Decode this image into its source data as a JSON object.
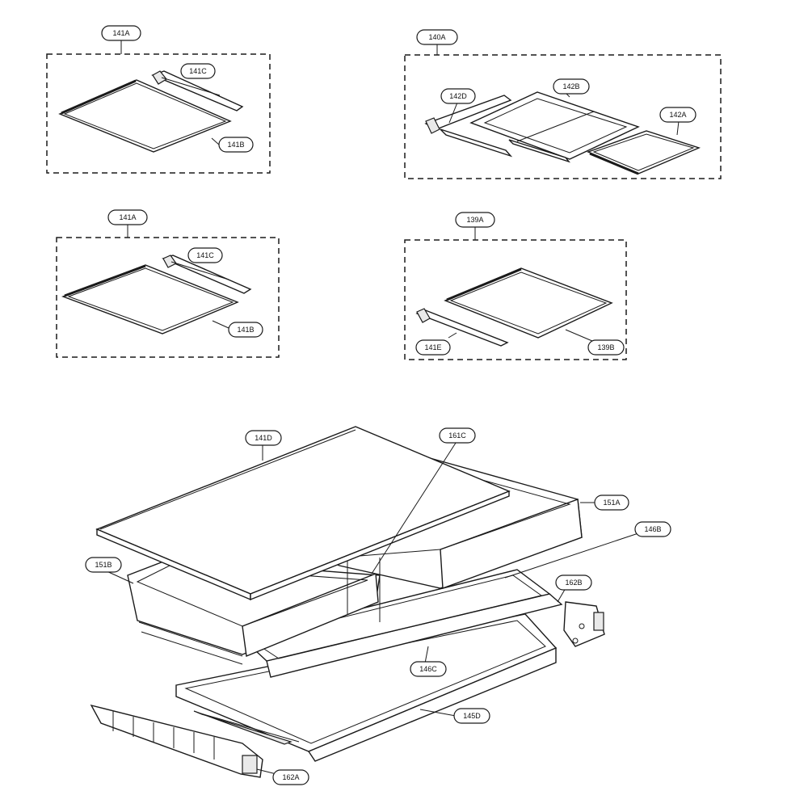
{
  "labels": {
    "l141A_1": "141A",
    "l141C_1": "141C",
    "l141B_1": "141B",
    "l140A": "140A",
    "l142D": "142D",
    "l142B": "142B",
    "l142A": "142A",
    "l141A_2": "141A",
    "l141C_2": "141C",
    "l141B_2": "141B",
    "l139A": "139A",
    "l141E": "141E",
    "l139B": "139B",
    "l141D": "141D",
    "l161C": "161C",
    "l151A": "151A",
    "l146B": "146B",
    "l151B": "151B",
    "l162B": "162B",
    "l146C": "146C",
    "l145D": "145D",
    "l162A": "162A"
  }
}
